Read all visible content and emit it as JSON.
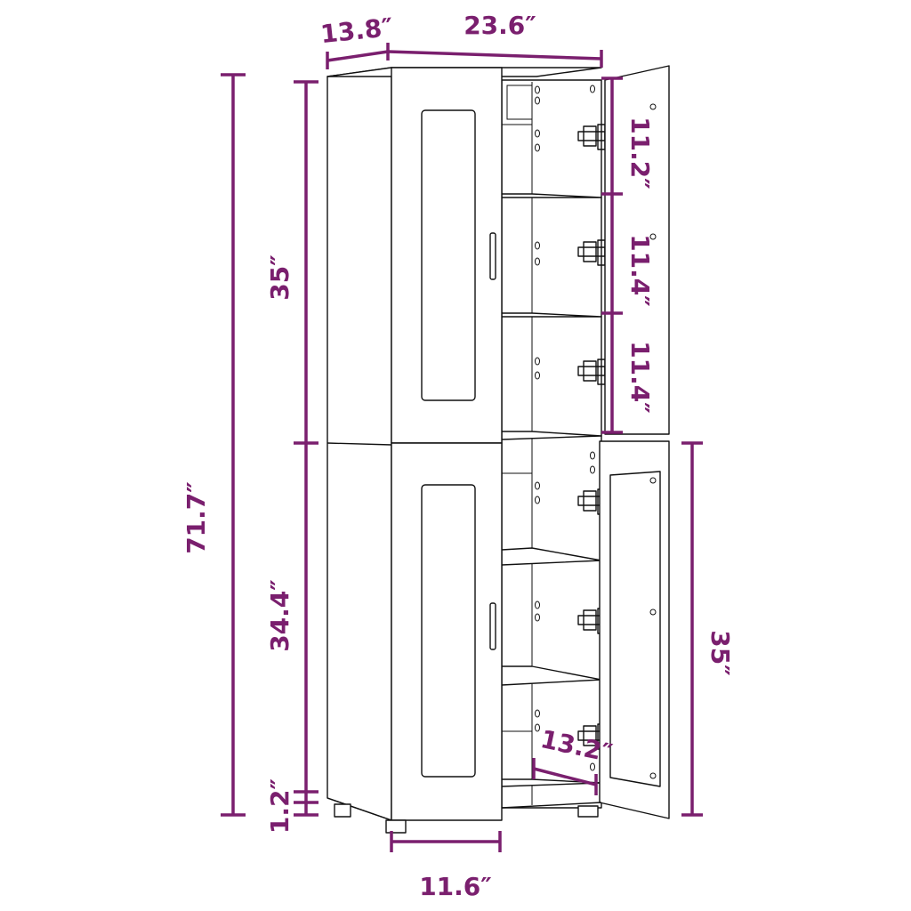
{
  "dimension_color": "#7a1f6e",
  "dimensions": {
    "depth": "13.8″",
    "width": "23.6″",
    "total_height": "71.7″",
    "upper_height": "35″",
    "lower_height": "34.4″",
    "base_height": "1.2″",
    "shelf_top": "11.2″",
    "shelf_mid": "11.4″",
    "shelf_low": "11.4″",
    "door_height": "35″",
    "inner_depth": "13.2″",
    "door_width": "11.6″"
  }
}
